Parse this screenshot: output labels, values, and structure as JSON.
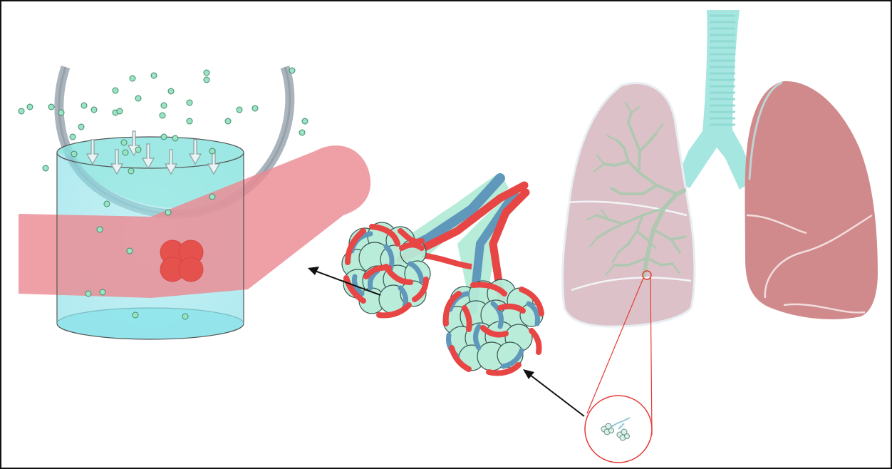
{
  "colors": {
    "background": "#ffffff",
    "frame": "#111111",
    "trachea": "#a6e6e0",
    "left_lung": "#dcc2c8",
    "right_lung": "#d08a8c",
    "bronchial_tree": "#a9c9ad",
    "blood_vessel": "#ec8a92",
    "red_blood_cell": "#e6443e",
    "capillary_red": "#e84545",
    "vessel_blue": "#5f98ba",
    "alveolus_green": "#b6ecd8",
    "fluid_cyan": "#8fe4ea",
    "gas_particle": "#9be3c2",
    "zoom_circle": "#e53935",
    "arrow": "#111111"
  },
  "icons": {
    "diffusion_arrow": "down-arrow-outline",
    "pointer_arrow": "black-arrow"
  },
  "counts": {
    "diffusion_arrows": 7
  }
}
